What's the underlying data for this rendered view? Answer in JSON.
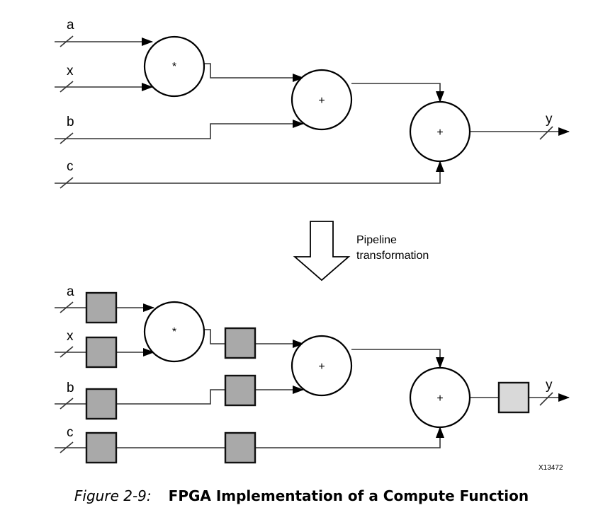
{
  "figure": {
    "number": "Figure 2-9:",
    "title": "FPGA Implementation of a Compute Function",
    "id": "X13472"
  },
  "transform": {
    "line1": "Pipeline",
    "line2": "transformation"
  },
  "colors": {
    "register": "#a9a9a9",
    "output_register": "#d9d9d9",
    "wire": "#333333"
  },
  "top": {
    "inputs": [
      "a",
      "x",
      "b",
      "c"
    ],
    "output": "y",
    "ops": {
      "mult": "*",
      "add1": "+",
      "add2": "+"
    }
  },
  "bottom": {
    "inputs": [
      "a",
      "x",
      "b",
      "c"
    ],
    "output": "y",
    "ops": {
      "mult": "*",
      "add1": "+",
      "add2": "+"
    }
  }
}
